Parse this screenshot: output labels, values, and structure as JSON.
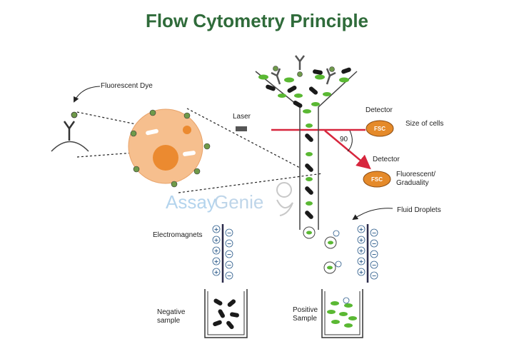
{
  "title": "Flow Cytometry Principle",
  "labels": {
    "fluorescent_dye": "Fluorescent Dye",
    "laser": "Laser",
    "detector_top": "Detector",
    "detector_bottom": "Detector",
    "fsc_top": "FSC",
    "fsc_bottom": "FSC",
    "size_of_cells": "Size of cells",
    "fluorescent": "Fluorescent/",
    "graduality": "Graduality",
    "angle": "90",
    "fluid_droplets": "Fluid Droplets",
    "electromagnets": "Electromagnets",
    "negative_line1": "Negative",
    "negative_line2": "sample",
    "positive_line1": "Positive",
    "positive_line2": "Sample",
    "watermark_assay": "Assay",
    "watermark_genie": "Genie"
  },
  "colors": {
    "title": "#2f6b3a",
    "cell_body": "#f6bf8e",
    "nucleus": "#eb8a30",
    "dye_dot": "#6f9a4a",
    "green_particle": "#5ab833",
    "black_particle": "#1a1a1a",
    "laser_beam": "#d7263d",
    "detector_fill": "#e58a2a",
    "electrode_sign": "#2a5a8a"
  }
}
